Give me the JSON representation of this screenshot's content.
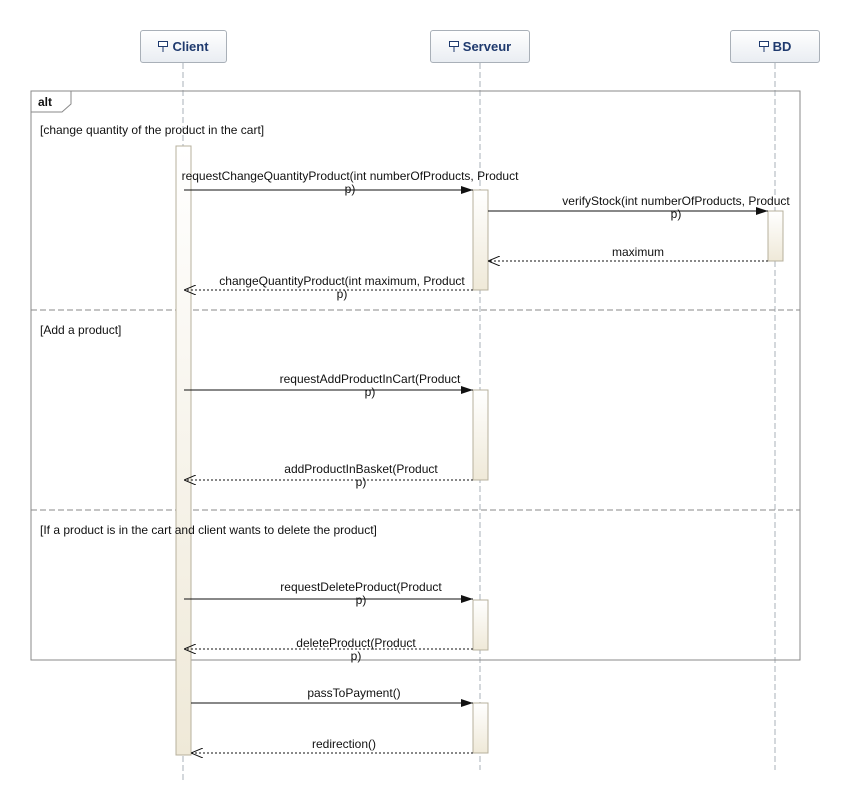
{
  "lifelines": [
    {
      "id": "client",
      "name": "Client"
    },
    {
      "id": "serveur",
      "name": "Serveur"
    },
    {
      "id": "bd",
      "name": "BD"
    }
  ],
  "fragment": {
    "operator": "alt",
    "guards": [
      "[change quantity of the product in the cart]",
      "[Add a product]",
      "[If a product is in the cart and client wants to delete the product]"
    ]
  },
  "messages": {
    "m1": {
      "line1": "requestChangeQuantityProduct(int numberOfProducts, Product",
      "line2": "p)"
    },
    "m2": {
      "line1": "verifyStock(int numberOfProducts, Product",
      "line2": "p)"
    },
    "m3": {
      "line1": "maximum"
    },
    "m4": {
      "line1": "changeQuantityProduct(int maximum, Product",
      "line2": "p)"
    },
    "m5": {
      "line1": "requestAddProductInCart(Product",
      "line2": "p)"
    },
    "m6": {
      "line1": "addProductInBasket(Product",
      "line2": "p)"
    },
    "m7": {
      "line1": "requestDeleteProduct(Product",
      "line2": "p)"
    },
    "m8": {
      "line1": "deleteProduct(Product",
      "line2": "p)"
    },
    "m9": {
      "line1": "passToPayment()"
    },
    "m10": {
      "line1": "redirection()"
    }
  },
  "colors": {
    "line": "#111111",
    "lifeline": "#a9b0b8",
    "head_text": "#1f3a6e",
    "activation_fill": "#f7f4ea",
    "fragment_border": "#8a8a8a"
  }
}
